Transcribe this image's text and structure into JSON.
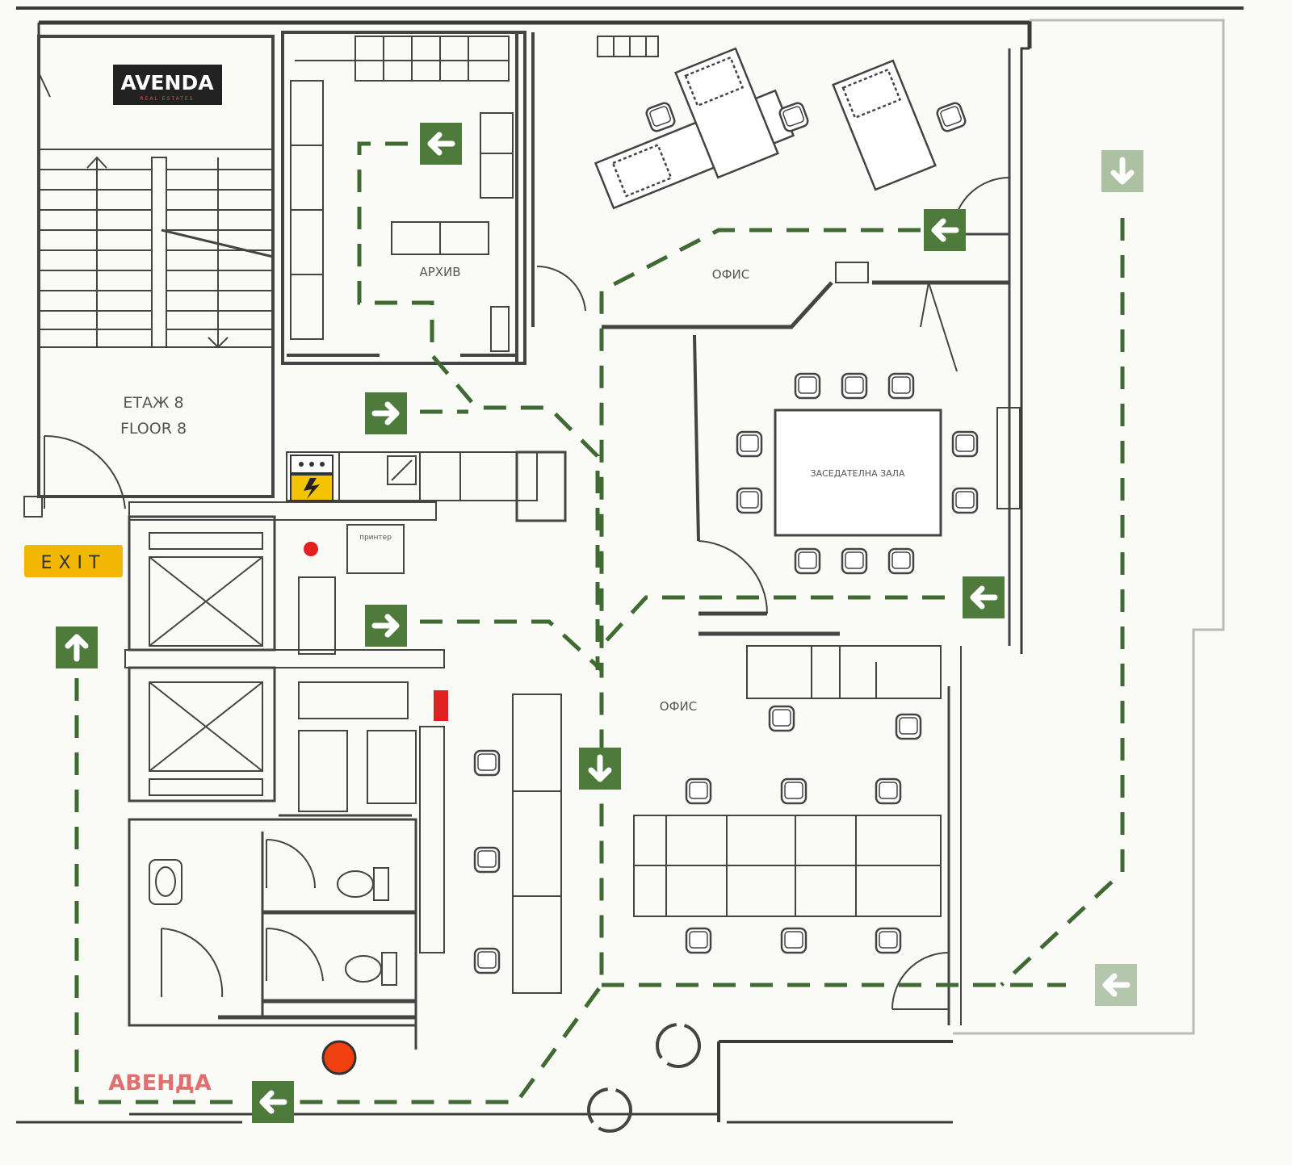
{
  "brand": {
    "logo_text": "AVENDA",
    "logo_subtext": "REAL ESTATES",
    "watermark": "АВЕНДА"
  },
  "labels": {
    "floor_bg": "ЕТАЖ 8",
    "floor_en": "FLOOR 8",
    "archive": "АРХИВ",
    "office_top": "ОФИС",
    "office_bottom": "ОФИС",
    "meeting_room": "ЗАСЕДАТЕЛНА ЗАЛА",
    "printer": "принтер",
    "exit": "EXIT"
  },
  "icons": {
    "arrow_left": "arrow-left-icon",
    "arrow_right": "arrow-right-icon",
    "arrow_up": "arrow-up-icon",
    "arrow_down": "arrow-down-icon",
    "electrical": "high-voltage-icon",
    "extinguisher": "fire-extinguisher-icon",
    "alarm": "fire-alarm-icon"
  },
  "colors": {
    "wall": "#3a3a3a",
    "evac_path": "#3f6b33",
    "evac_sign": "#4e7a3c",
    "exit_sign": "#f2b705",
    "hazard": "#f5c400",
    "red": "#e32020",
    "watermark": "#e07070"
  }
}
